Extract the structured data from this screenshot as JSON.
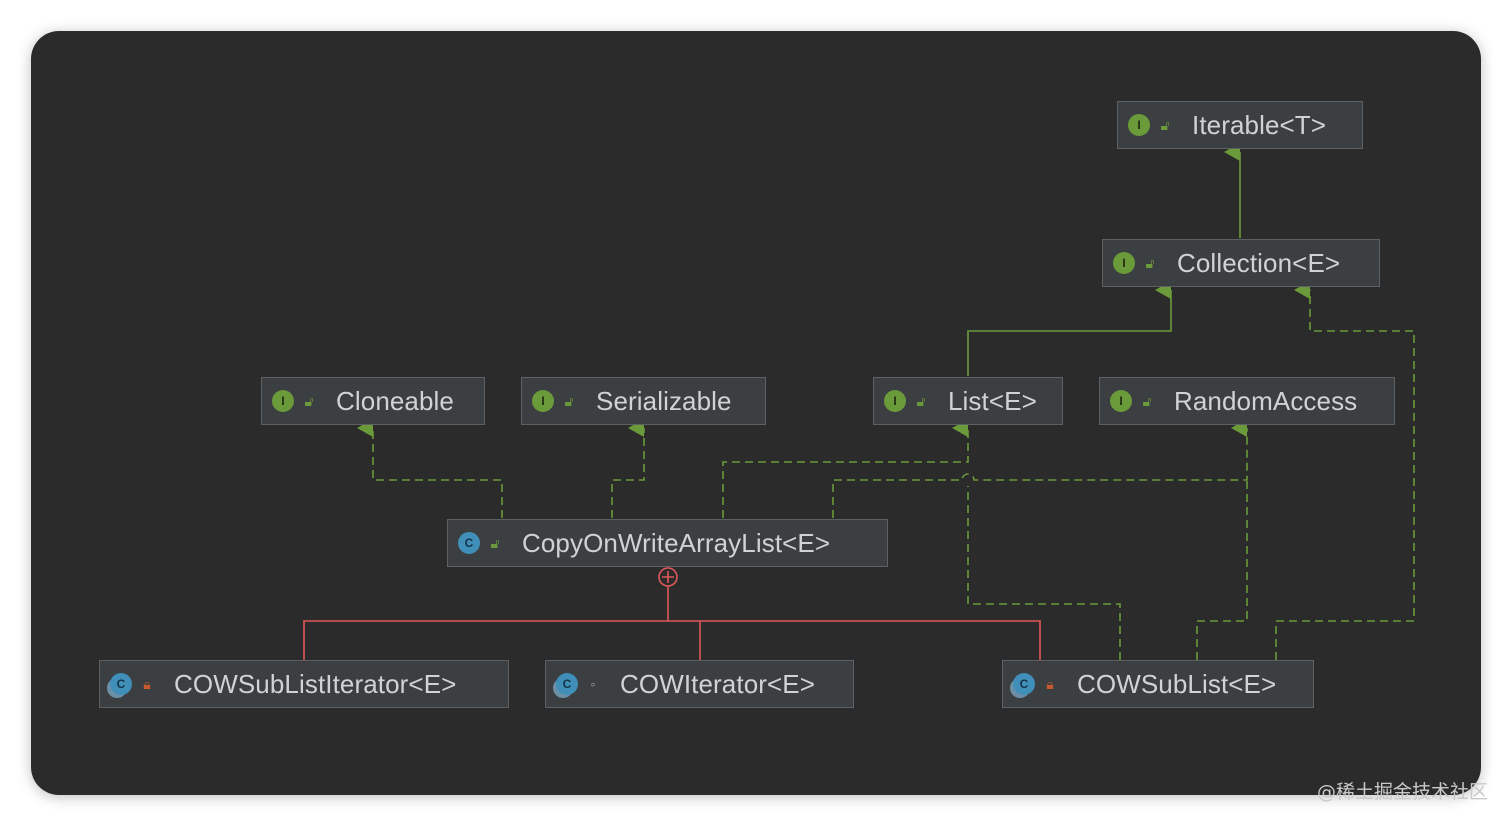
{
  "nodes": {
    "iterable": {
      "label": "Iterable<T>",
      "kind_icon": "interface-icon",
      "kind_letter": "I",
      "visibility_icon": "public-lock-open-icon"
    },
    "collection": {
      "label": "Collection<E>",
      "kind_icon": "interface-icon",
      "kind_letter": "I",
      "visibility_icon": "public-lock-open-icon"
    },
    "cloneable": {
      "label": "Cloneable",
      "kind_icon": "interface-icon",
      "kind_letter": "I",
      "visibility_icon": "public-lock-open-icon"
    },
    "serializable": {
      "label": "Serializable",
      "kind_icon": "interface-icon",
      "kind_letter": "I",
      "visibility_icon": "public-lock-open-icon"
    },
    "list": {
      "label": "List<E>",
      "kind_icon": "interface-icon",
      "kind_letter": "I",
      "visibility_icon": "public-lock-open-icon"
    },
    "random_access": {
      "label": "RandomAccess",
      "kind_icon": "interface-icon",
      "kind_letter": "I",
      "visibility_icon": "public-lock-open-icon"
    },
    "cow_array_list": {
      "label": "CopyOnWriteArrayList<E>",
      "kind_icon": "class-icon",
      "kind_letter": "C",
      "visibility_icon": "public-lock-open-icon"
    },
    "cow_sublist_iterator": {
      "label": "COWSubListIterator<E>",
      "kind_icon": "inner-class-icon",
      "kind_letter": "C",
      "visibility_icon": "private-lock-icon"
    },
    "cow_iterator": {
      "label": "COWIterator<E>",
      "kind_icon": "inner-class-icon",
      "kind_letter": "C",
      "visibility_icon": "package-private-dot-icon"
    },
    "cow_sublist": {
      "label": "COWSubList<E>",
      "kind_icon": "inner-class-icon",
      "kind_letter": "C",
      "visibility_icon": "private-lock-icon"
    }
  },
  "colors": {
    "background": "#2b2b2b",
    "node_fill": "#3c3f41",
    "extends_edge": "#6a9a3a",
    "implements_edge": "#6a9a3a",
    "inner_class_edge": "#e0585b"
  },
  "watermark": "@稀土掘金技术社区"
}
